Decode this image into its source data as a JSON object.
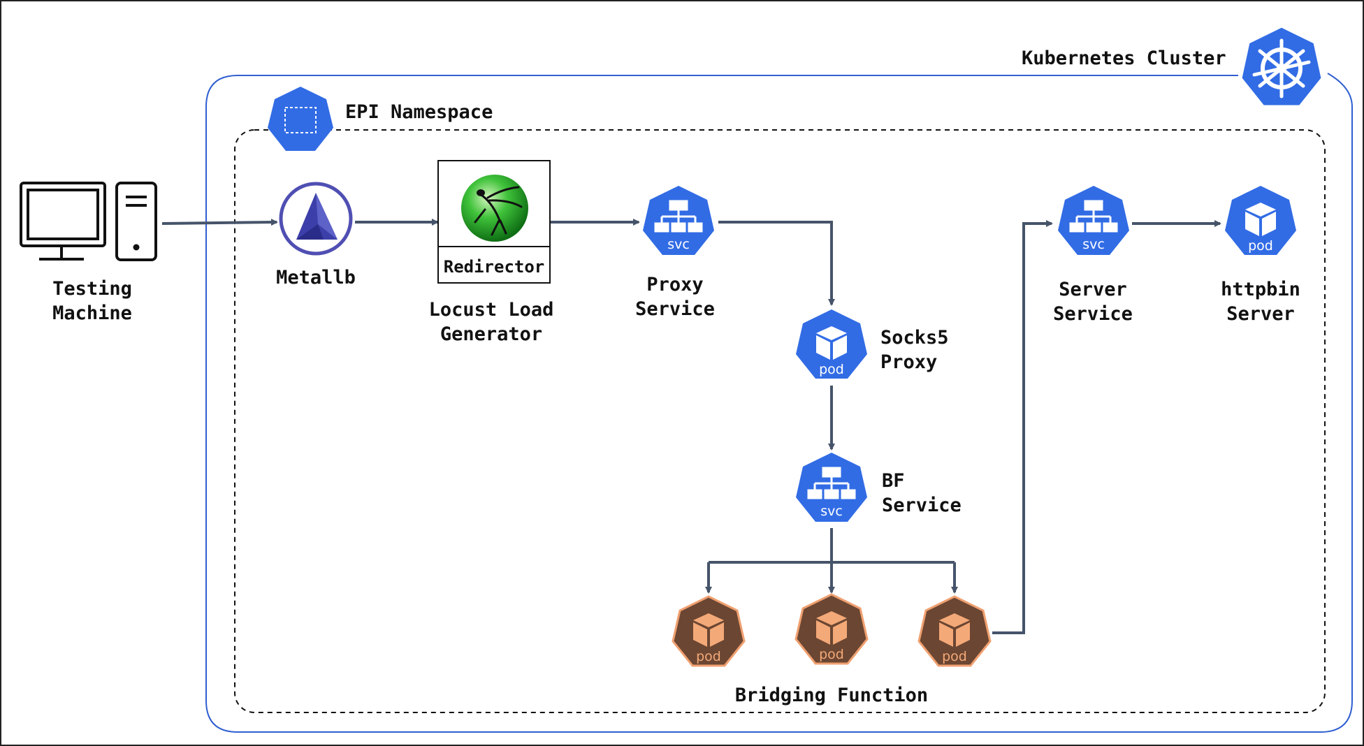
{
  "colors": {
    "k8s_blue": "#326ce5",
    "pod_brown": "#6b4632",
    "pod_orange": "#f0a070",
    "arrow": "#46546a",
    "cluster_border": "#2f5fd0"
  },
  "cluster": {
    "label": "Kubernetes Cluster",
    "icon": "helm-wheel-icon"
  },
  "namespace": {
    "label": "EPI Namespace",
    "icon": "namespace-icon"
  },
  "nodes": {
    "testing_machine": {
      "line1": "Testing",
      "line2": "Machine",
      "icon": "desktop-computer-icon"
    },
    "metallb": {
      "line1": "Metallb",
      "icon": "metallb-icon"
    },
    "locust": {
      "line1": "Locust Load",
      "line2": "Generator",
      "box_label": "Redirector",
      "icon": "locust-logo-icon"
    },
    "proxy_service": {
      "line1": "Proxy",
      "line2": "Service",
      "badge": "svc",
      "icon": "service-icon"
    },
    "socks5_proxy": {
      "line1": "Socks5",
      "line2": "Proxy",
      "badge": "pod",
      "icon": "pod-icon"
    },
    "bf_service": {
      "line1": "BF",
      "line2": "Service",
      "badge": "svc",
      "icon": "service-icon"
    },
    "bridging_function": {
      "label": "Bridging Function",
      "pod_badge": "pod",
      "icon": "pod-icon"
    },
    "server_service": {
      "line1": "Server",
      "line2": "Service",
      "badge": "svc",
      "icon": "service-icon"
    },
    "httpbin_server": {
      "line1": "httpbin",
      "line2": "Server",
      "badge": "pod",
      "icon": "pod-icon"
    }
  }
}
